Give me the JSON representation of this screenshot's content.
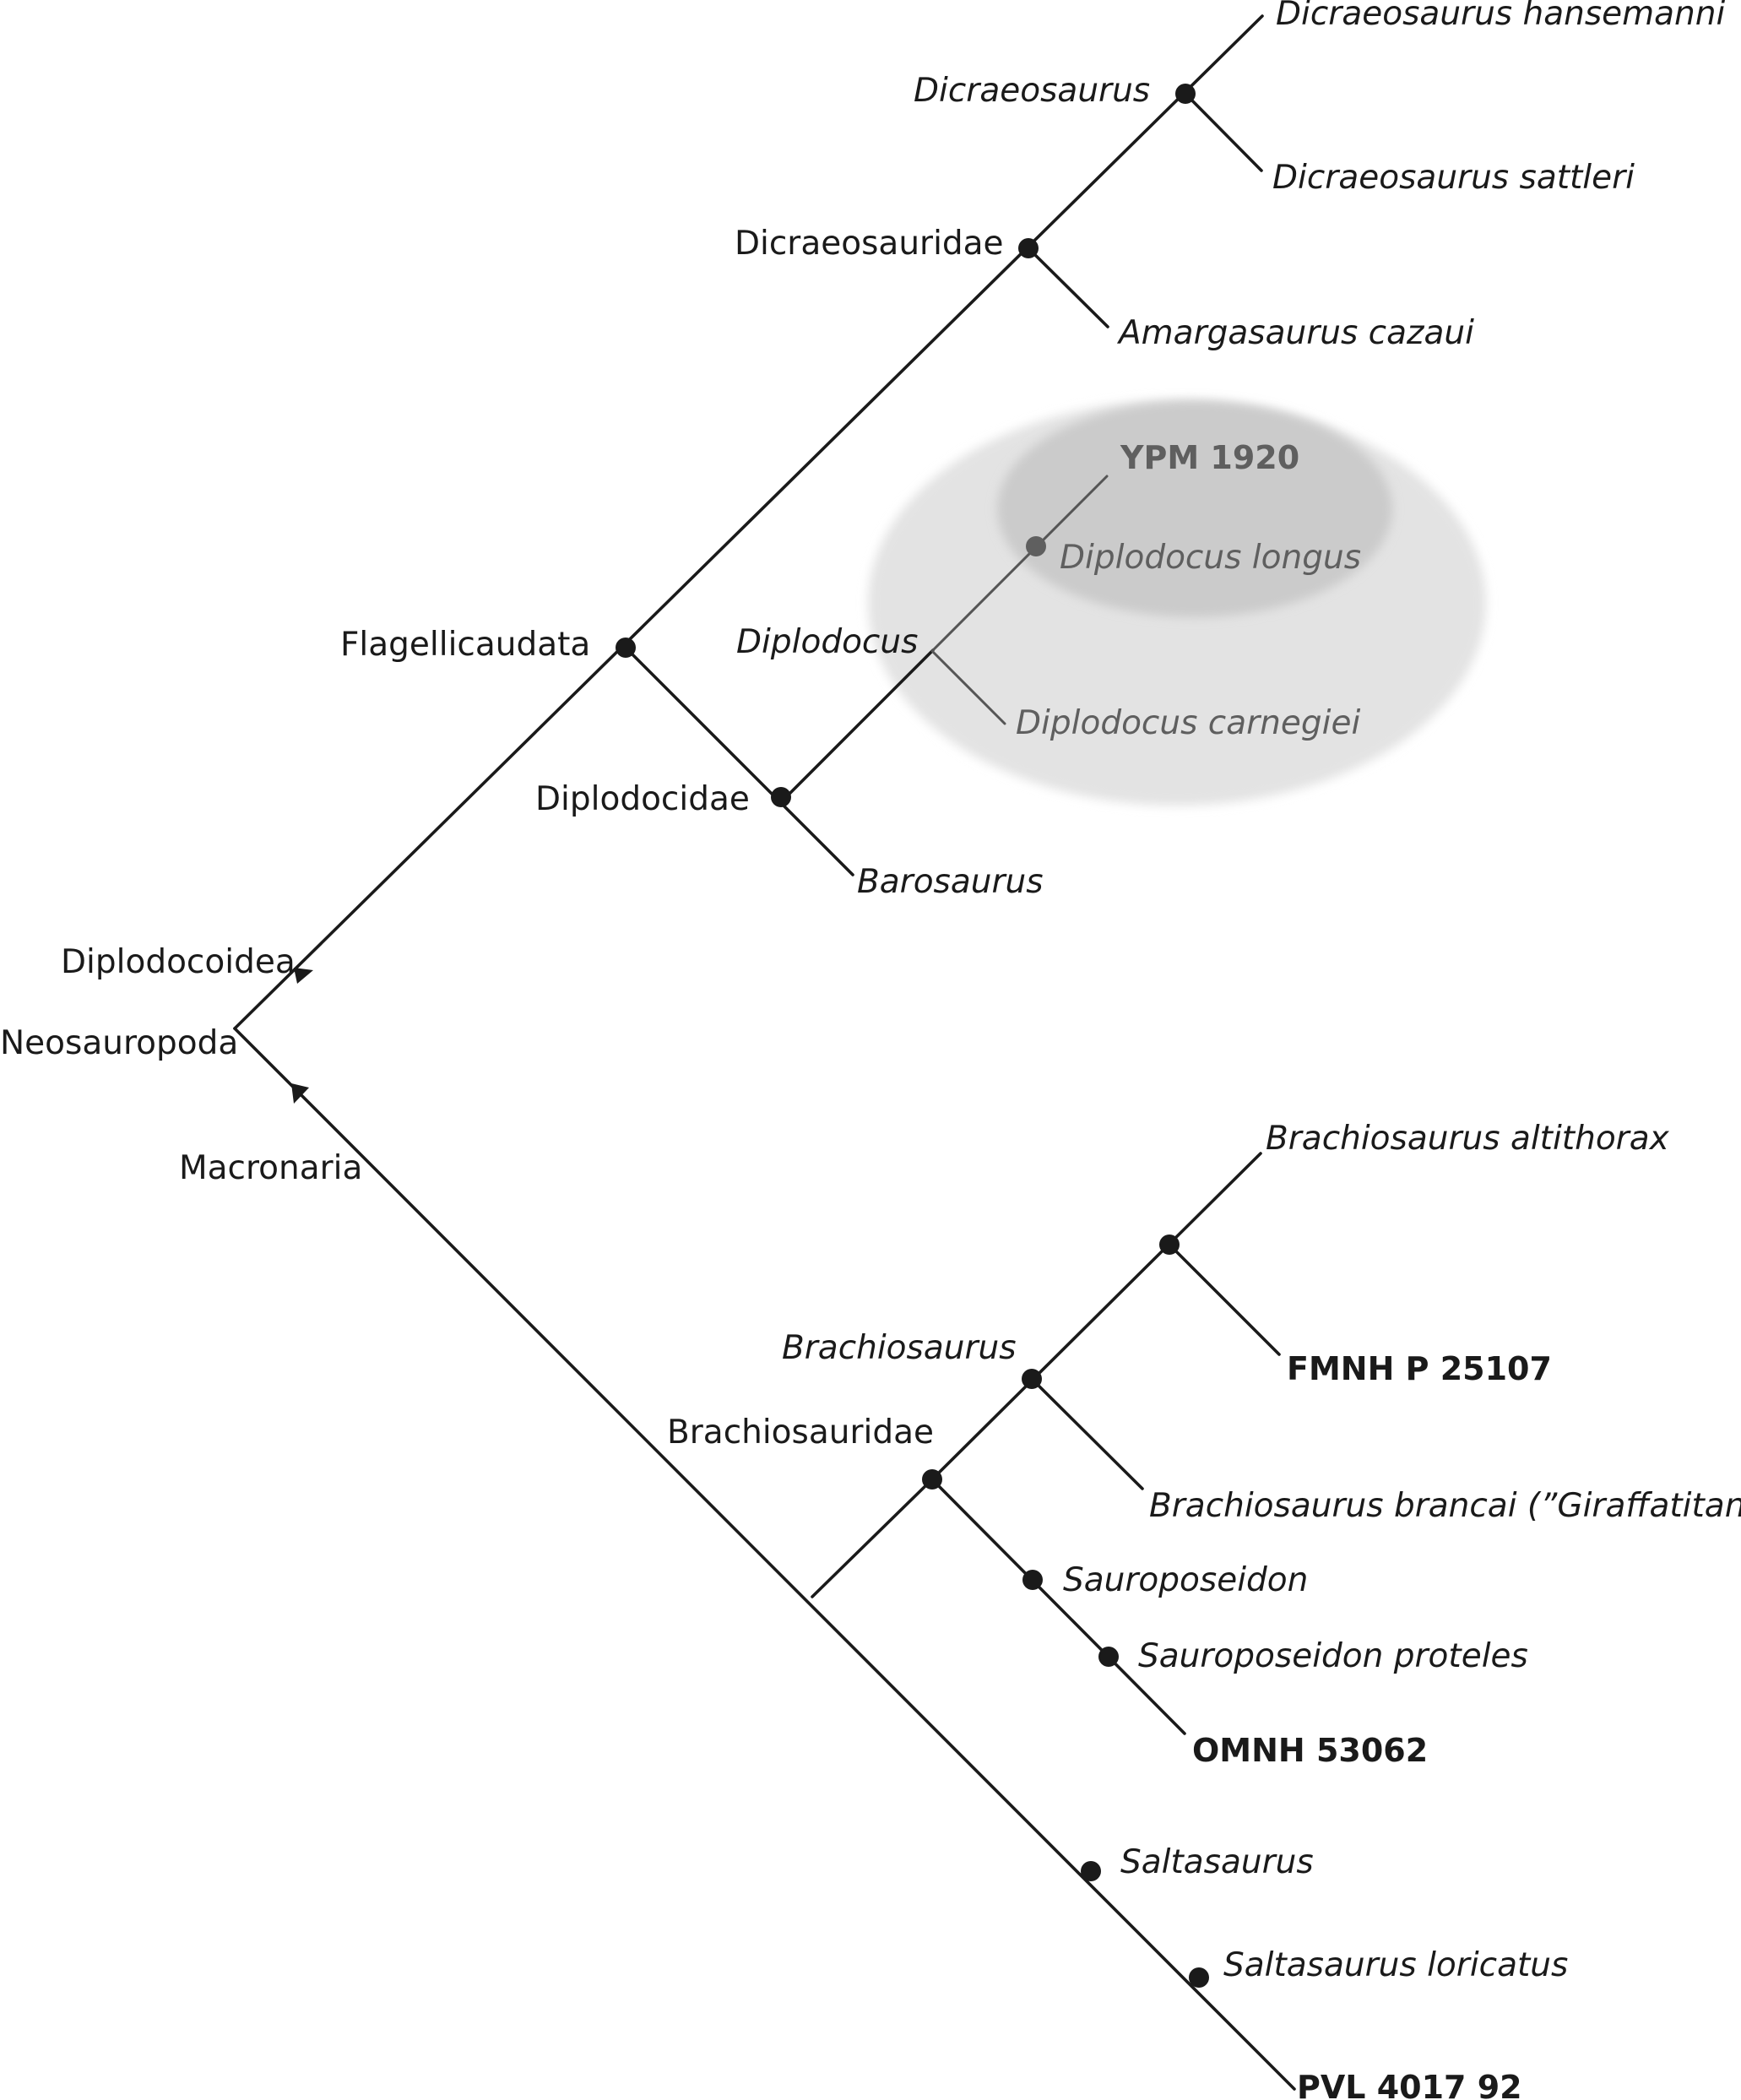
{
  "figure": {
    "clade_labels": {
      "neosauropoda": "Neosauropoda",
      "diplodocoidea": "Diplodocoidea",
      "macronaria": "Macronaria",
      "flagellicaudata": "Flagellicaudata",
      "dicraeosauridae": "Dicraeosauridae",
      "dicraeosaurus": "Dicraeosaurus",
      "diplodocidae": "Diplodocidae",
      "diplodocus": "Diplodocus",
      "brachiosauridae": "Brachiosauridae",
      "brachiosaurus": "Brachiosaurus",
      "sauroposeidon": "Sauroposeidon",
      "saltasaurus": "Saltasaurus"
    },
    "taxa": {
      "dicraeosaurus_hansemanni": "Dicraeosaurus hansemanni",
      "dicraeosaurus_sattleri": "Dicraeosaurus sattleri",
      "amargasaurus_cazaui": "Amargasaurus cazaui",
      "ypm_1920": "YPM 1920",
      "diplodocus_longus": "Diplodocus longus",
      "diplodocus_carnegiei": "Diplodocus carnegiei",
      "barosaurus": "Barosaurus",
      "brachiosaurus_altithorax": "Brachiosaurus altithorax",
      "fmnh_p_25107": "FMNH P 25107",
      "brachiosaurus_brancai": "Brachiosaurus brancai (”Giraffatitan”)",
      "sauroposeidon_proteles": "Sauroposeidon proteles",
      "omnh_53062": "OMNH 53062",
      "saltasaurus_loricatus": "Saltasaurus loricatus",
      "pvl_4017_92": "PVL 4017 92"
    },
    "colors": {
      "line": "#1a1a1a",
      "highlight_outer": "#e3e3e3",
      "highlight_inner": "#cbcbcb",
      "highlight_text": "#5f5f5f"
    }
  }
}
